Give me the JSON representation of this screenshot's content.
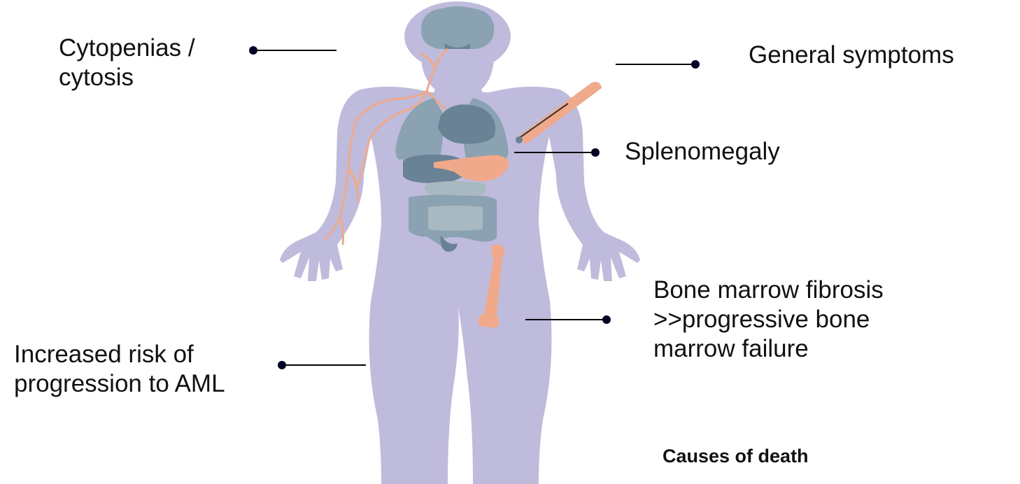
{
  "colors": {
    "body": "#bfbbdc",
    "organ_dark": "#6a8295",
    "organ_mid": "#8aa2b1",
    "organ_light": "#a8b9c1",
    "accent_orange": "#f0a98a",
    "leader_line": "#000000",
    "dot": "#000022"
  },
  "icons": [
    "human-body-figure",
    "brain",
    "lungs",
    "heart",
    "liver",
    "spleen",
    "intestines",
    "femur-bone",
    "thermometer",
    "nerves"
  ],
  "labels": {
    "cytopenias": [
      "Cytopenias /",
      "cytosis"
    ],
    "general_symptoms": "General symptoms",
    "splenomegaly": "Splenomegaly",
    "bone_marrow": [
      ">>progressive bone",
      "marrow failure"
    ],
    "bone_marrow_title": "Bone marrow fibrosis",
    "aml": [
      "Increased risk of",
      "progression to AML"
    ],
    "causes_of_death": "Causes of death"
  }
}
